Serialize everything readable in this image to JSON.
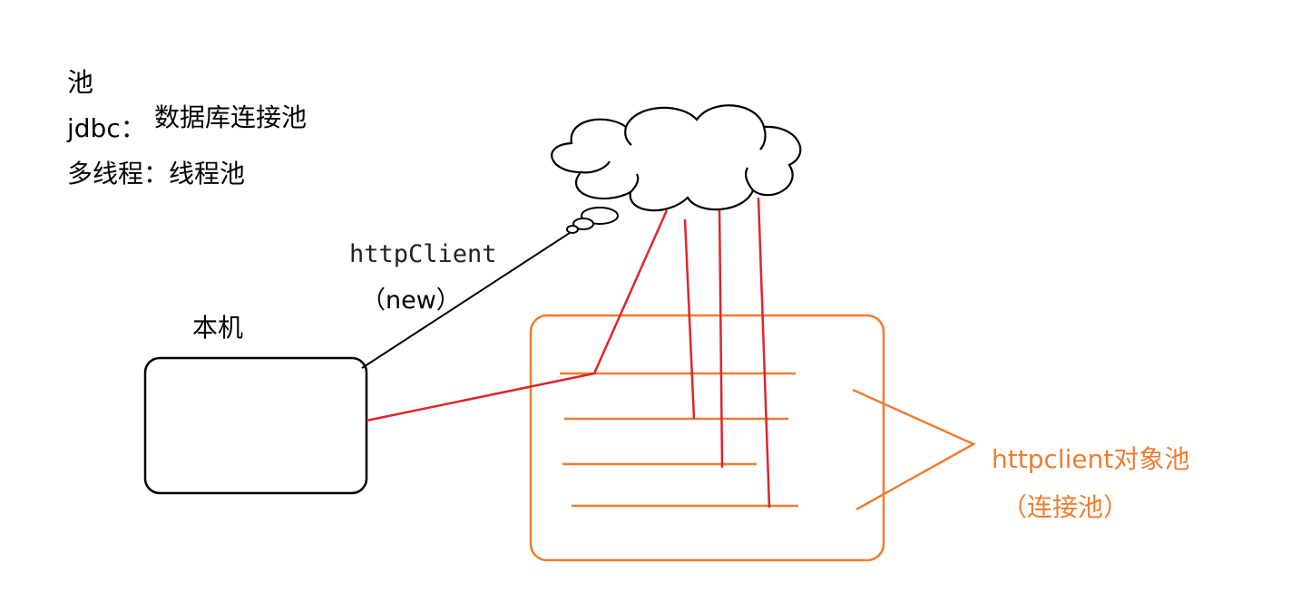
{
  "notes": {
    "line1": "池",
    "line2_label": "jdbc：",
    "line2_value": "数据库连接池",
    "line3": "多线程：线程池"
  },
  "local_machine": {
    "label": "本机"
  },
  "client_link": {
    "label": "httpClient",
    "sublabel": "（new）"
  },
  "pool": {
    "label": "httpclient对象池",
    "sublabel": "（连接池）"
  },
  "colors": {
    "pool": "#ee7d31",
    "connection": "#e0252b",
    "outline": "#000000"
  }
}
